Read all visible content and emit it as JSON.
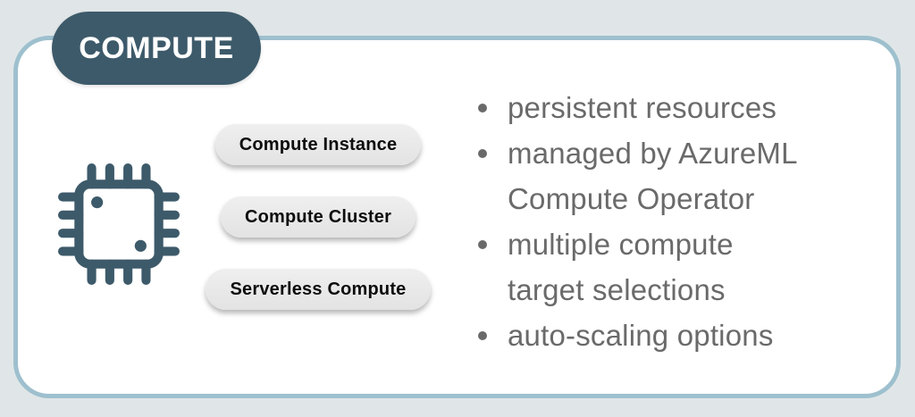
{
  "badge": {
    "label": "COMPUTE"
  },
  "icon": {
    "name": "cpu-chip-icon"
  },
  "pills": [
    {
      "label": "Compute Instance"
    },
    {
      "label": "Compute Cluster"
    },
    {
      "label": "Serverless Compute"
    }
  ],
  "bullets": [
    {
      "lines": [
        "persistent resources"
      ]
    },
    {
      "lines": [
        "managed by AzureML",
        "Compute Operator"
      ]
    },
    {
      "lines": [
        "multiple compute",
        "target selections"
      ]
    },
    {
      "lines": [
        "auto-scaling options"
      ]
    }
  ],
  "colors": {
    "accent_dark": "#3d5a6a",
    "card_border": "#9ec0ce",
    "page_background": "#e0e6e8",
    "pill_background": "#e8e8e8",
    "bullet_text": "#6a6a6a",
    "pill_text": "#0d0d0d",
    "badge_text": "#ffffff"
  }
}
